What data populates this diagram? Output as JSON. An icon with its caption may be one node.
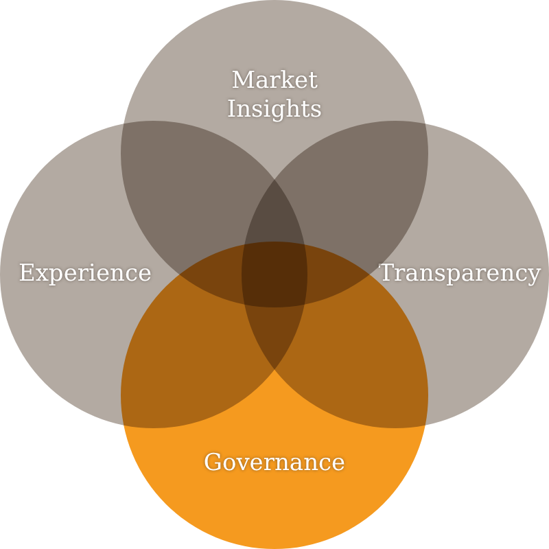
{
  "diagram": {
    "nodes": [
      {
        "text": [
          "Market Insights"
        ]
      },
      {
        "text": [
          "Experience"
        ]
      },
      {
        "text": [
          "Transparency"
        ]
      },
      {
        "text": [
          "Governance"
        ]
      }
    ]
  }
}
